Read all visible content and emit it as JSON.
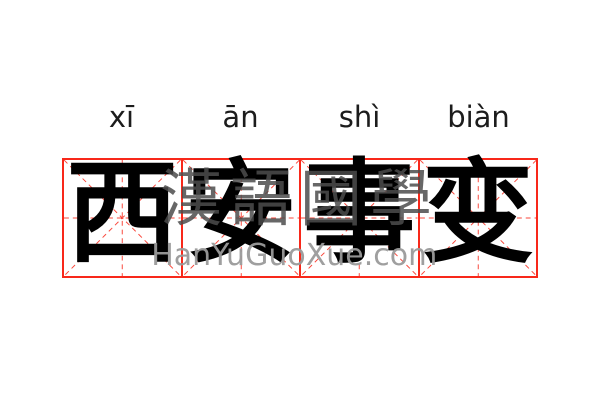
{
  "page": {
    "background_color": "#ffffff"
  },
  "word": {
    "pinyin": [
      "xī",
      "ān",
      "shì",
      "biàn"
    ],
    "characters": [
      "西",
      "安",
      "事",
      "变"
    ],
    "grid_color": "#f8281a",
    "character_color": "#000000",
    "pinyin_color": "#1c1c1c"
  },
  "watermark": {
    "cjk": "漢語國學",
    "site": "HanYuGuoXue.com",
    "cjk_color": "#4d4d4d",
    "site_color": "#9a9a9a"
  }
}
